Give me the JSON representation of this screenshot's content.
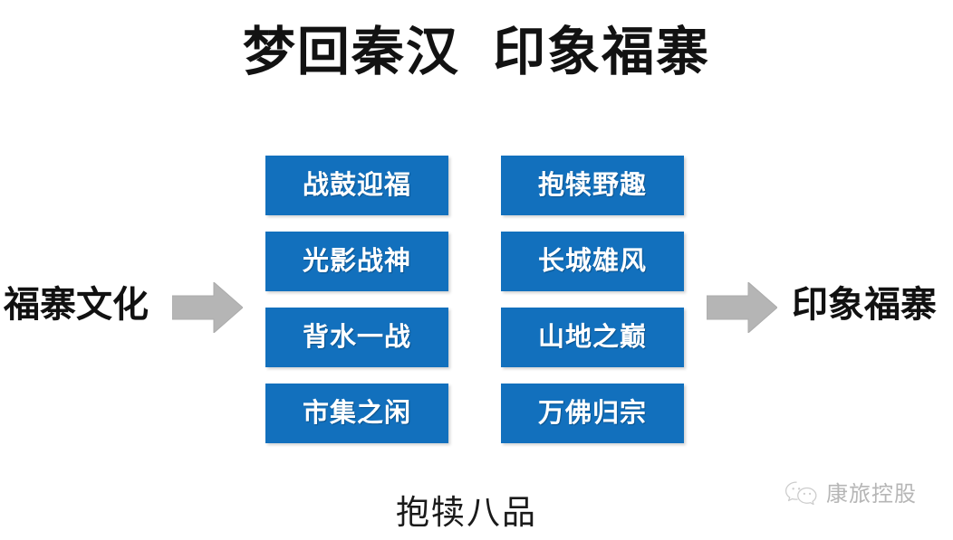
{
  "slide": {
    "title": "梦回秦汉  印象福寨",
    "background_color": "#ffffff",
    "caption": "抱犊八品"
  },
  "flow": {
    "source_label": "福寨文化",
    "target_label": "印象福寨",
    "arrow_color": "#b5b5b5",
    "arrow_left_name": "right-arrow-icon",
    "arrow_right_name": "right-arrow-icon"
  },
  "boxes": {
    "accent_color": "#1270bd",
    "text_color": "#ffffff",
    "left_column": [
      {
        "label": "战鼓迎福"
      },
      {
        "label": "光影战神"
      },
      {
        "label": "背水一战"
      },
      {
        "label": "市集之闲"
      }
    ],
    "right_column": [
      {
        "label": "抱犊野趣"
      },
      {
        "label": "长城雄风"
      },
      {
        "label": "山地之巅"
      },
      {
        "label": "万佛归宗"
      }
    ]
  },
  "watermark": {
    "icon": "wechat-icon",
    "text": "康旅控股",
    "color": "#9a9a9a"
  }
}
